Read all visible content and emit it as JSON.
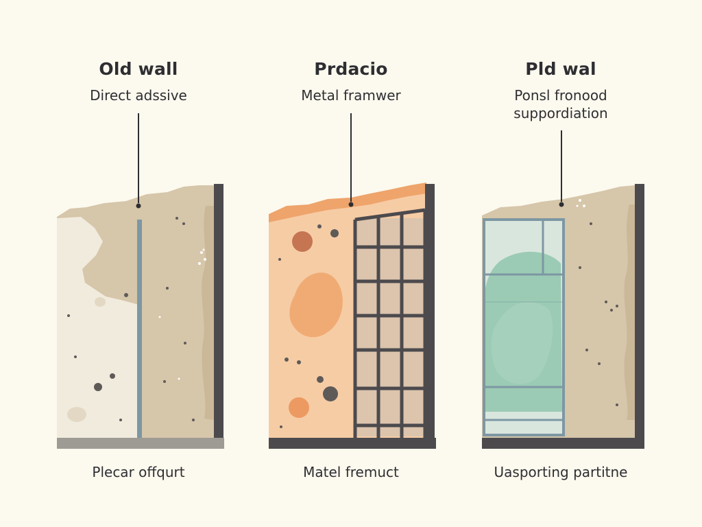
{
  "colors": {
    "background": "#fcf9ee",
    "text": "#2e2e32",
    "wall_tan": "#d6c6aa",
    "wall_light": "#f1ebde",
    "wall_orange": "#f6cca5",
    "wall_orange_top": "#eea46b",
    "spot_orange": "#ec9a62",
    "spot_brown": "#c57552",
    "glass_green": "#8fc5ad",
    "frame_grey": "#4c4a4d",
    "panel_blue_edge": "#7d97a3"
  },
  "panels": [
    {
      "title": "Old wall",
      "subtitle_lines": [
        "Direct adssive"
      ],
      "caption": "Plecar offqurt"
    },
    {
      "title": "Prdacio",
      "subtitle_lines": [
        "Metal framwer"
      ],
      "caption": "Matel fremuct"
    },
    {
      "title": "Pld wal",
      "subtitle_lines": [
        "Ponsl fronood",
        "suppordiation"
      ],
      "caption": "Uasporting partitne"
    }
  ]
}
